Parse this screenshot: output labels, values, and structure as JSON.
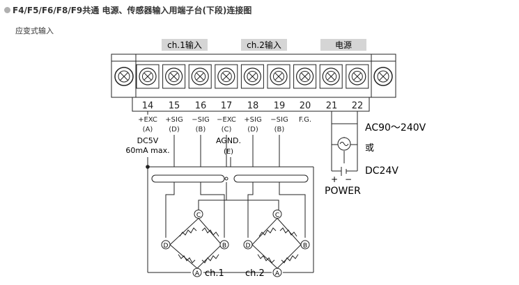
{
  "title": "F4/F5/F6/F8/F9共通 电源、传感器输入用端子台(下段)连接图",
  "subtitle": "应变式输入",
  "groups": {
    "ch1": "ch.1输入",
    "ch2": "ch.2输入",
    "power": "电源"
  },
  "terminals": [
    {
      "num": "14",
      "sig": "+EXC",
      "code": "(A)"
    },
    {
      "num": "15",
      "sig": "+SIG",
      "code": "(D)"
    },
    {
      "num": "16",
      "sig": "−SIG",
      "code": "(B)"
    },
    {
      "num": "17",
      "sig": "−EXC",
      "code": "(C)"
    },
    {
      "num": "18",
      "sig": "+SIG",
      "code": "(D)"
    },
    {
      "num": "19",
      "sig": "−SIG",
      "code": "(B)"
    },
    {
      "num": "20",
      "sig": "F.G.",
      "code": ""
    },
    {
      "num": "21",
      "sig": "",
      "code": ""
    },
    {
      "num": "22",
      "sig": "",
      "code": ""
    }
  ],
  "exc_note": {
    "line1": "DC5V",
    "line2": "60mA max."
  },
  "agnd": {
    "label": "AGND.",
    "code": "(E)"
  },
  "power": {
    "ac": "AC90～240V",
    "or": "或",
    "dc": "DC24V",
    "label": "POWER",
    "plus": "+",
    "minus": "−"
  },
  "bridge_nodes": {
    "a": "A",
    "b": "B",
    "c": "C",
    "d": "D"
  },
  "bridges": [
    {
      "name": "ch.1"
    },
    {
      "name": "ch.2"
    }
  ]
}
